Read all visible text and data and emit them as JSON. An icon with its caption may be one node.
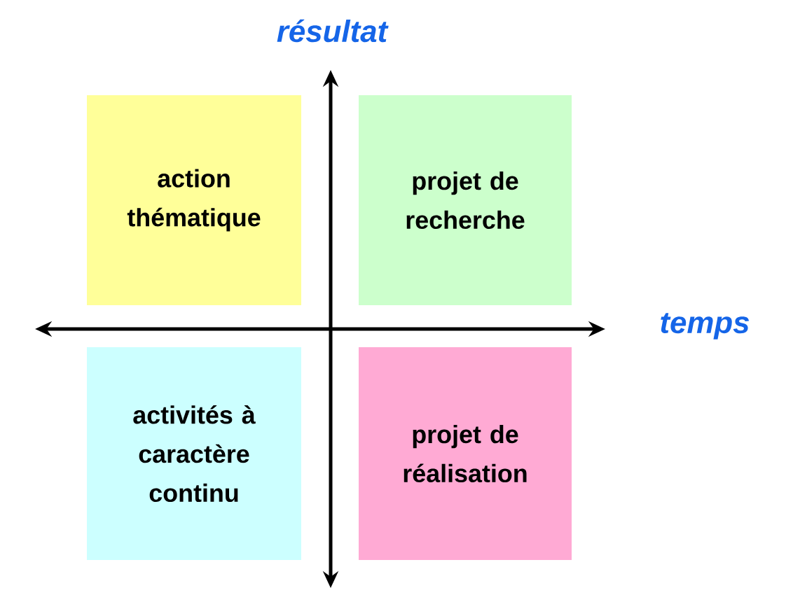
{
  "diagram": {
    "nodes": [
      {
        "text": [
          "action thématique"
        ]
      },
      {
        "text": [
          "projet de recherche"
        ]
      },
      {
        "text": [
          "activités à caractère continu"
        ]
      },
      {
        "text": [
          "projet de réalisation"
        ]
      }
    ],
    "labels": [
      "résultat",
      "temps"
    ]
  }
}
